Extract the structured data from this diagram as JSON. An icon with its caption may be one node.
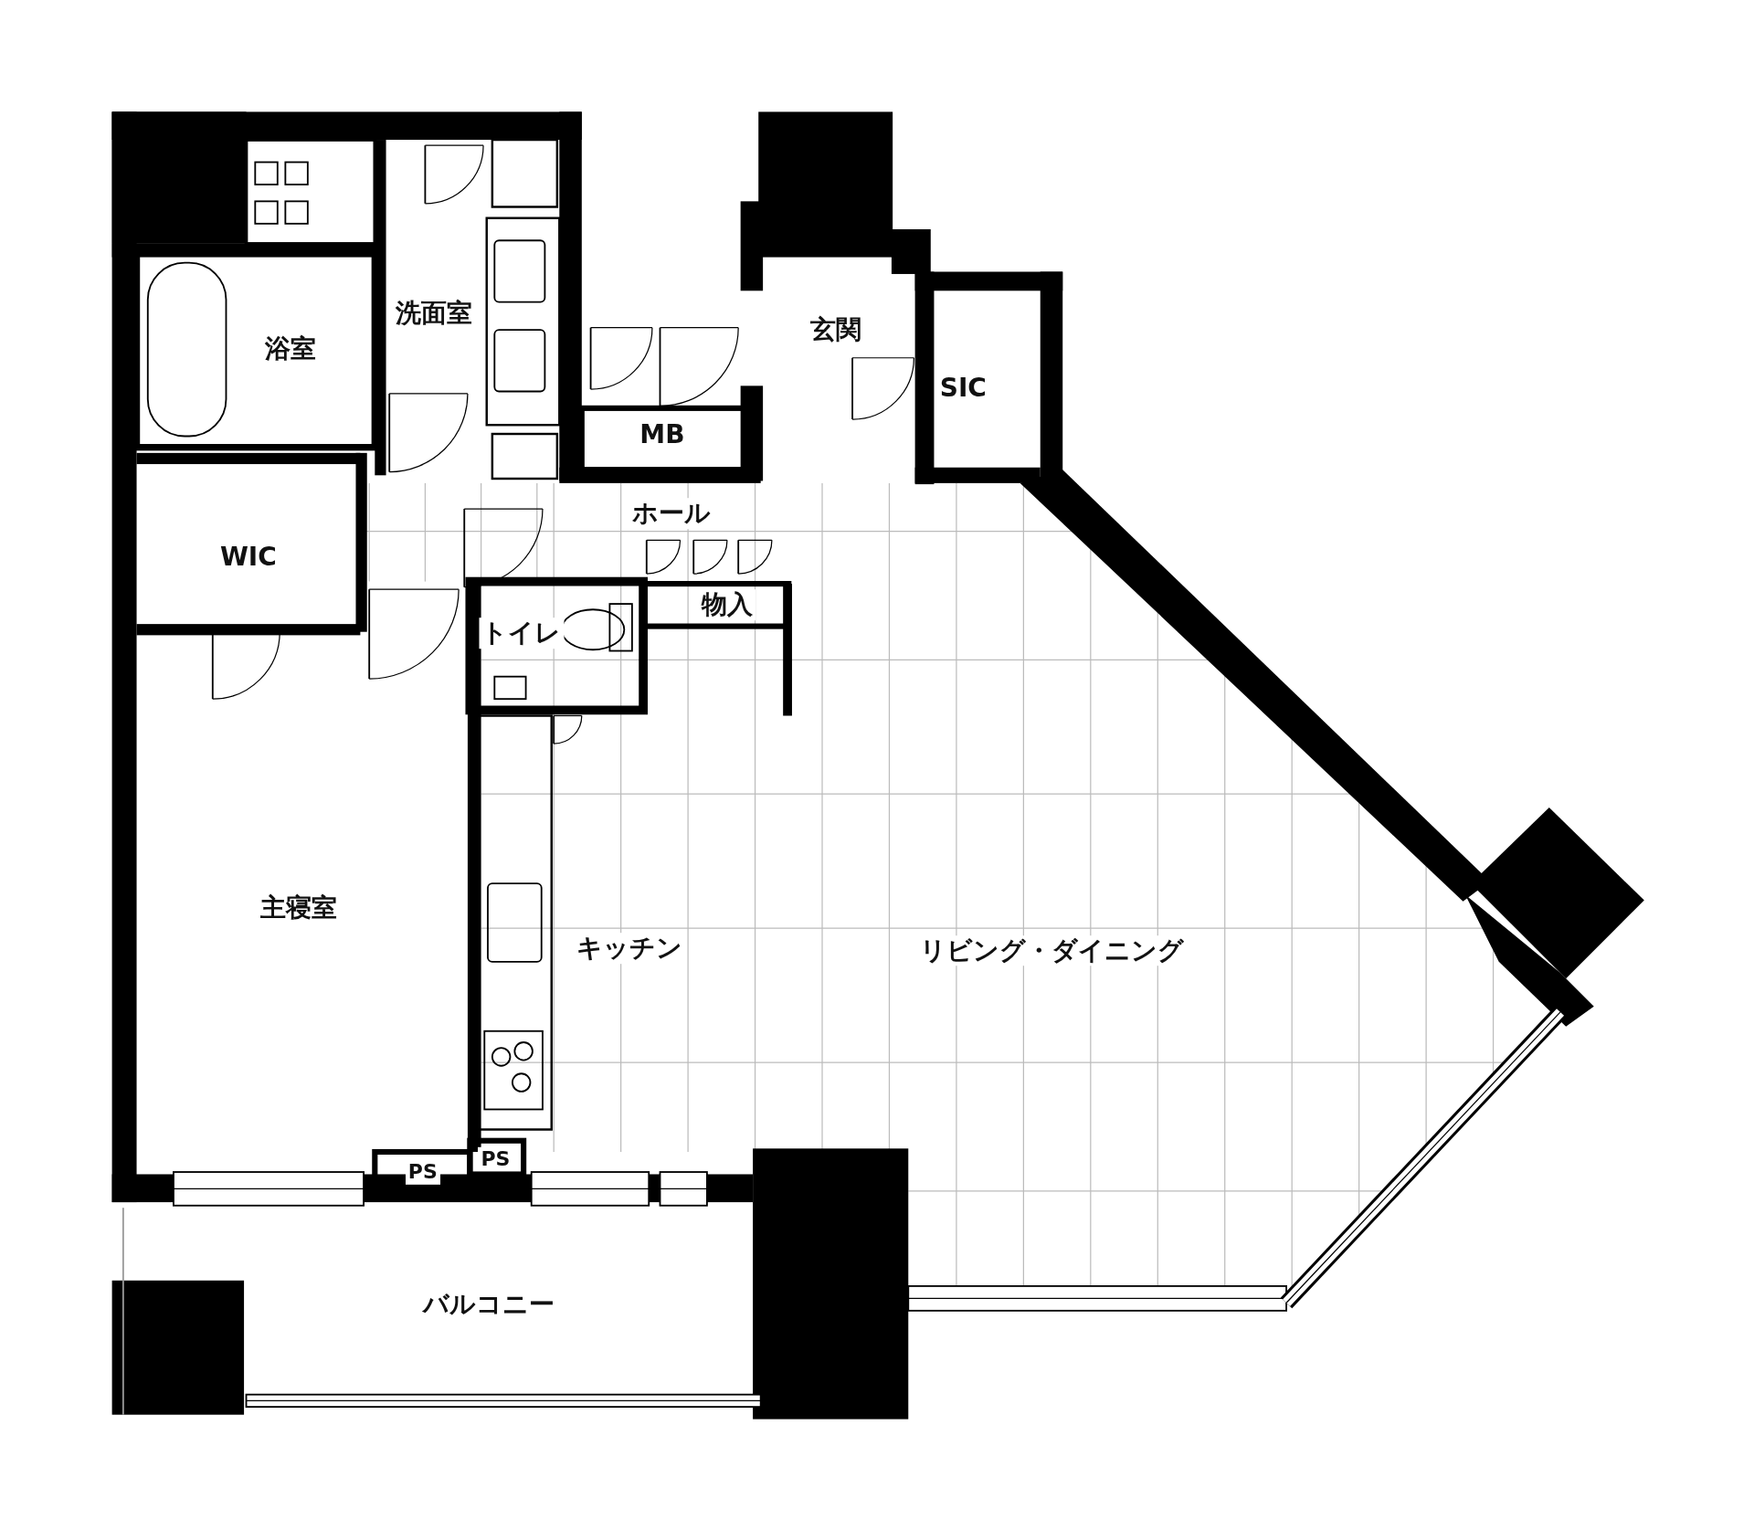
{
  "diagram": {
    "labels": [
      "洗面室",
      "浴室",
      "玄関",
      "SIC",
      "MB",
      "ホール",
      "WIC",
      "物入",
      "トイレ",
      "主寝室",
      "キッチン",
      "リビング・ダイニング",
      "PS",
      "PS",
      "バルコニー"
    ]
  }
}
